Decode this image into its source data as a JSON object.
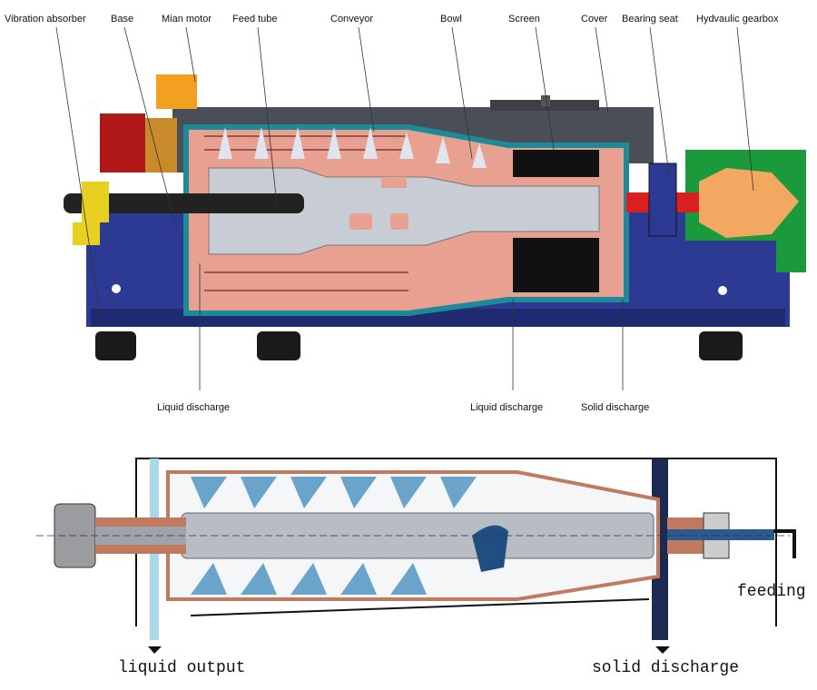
{
  "top_diagram": {
    "labels_top": [
      "Vibration absorber",
      "Base",
      "Mian motor",
      "Feed tube",
      "Conveyor",
      "Bowl",
      "Screen",
      "Cover",
      "Bearing seat",
      "Hydvaulic gearbox"
    ],
    "labels_bottom": [
      "Liquid discharge",
      "Liquid discharge",
      "Solid discharge"
    ]
  },
  "bottom_diagram": {
    "liquid_output": "liquid output",
    "solid_discharge": "solid discharge",
    "feeding": "feeding"
  },
  "colors": {
    "body": "#2d3a94",
    "cover": "#4a4e57",
    "bowl": "#e8a090",
    "gearbox": "#f2a860",
    "housing": "#1a9a3a",
    "motor": "#b01818"
  }
}
